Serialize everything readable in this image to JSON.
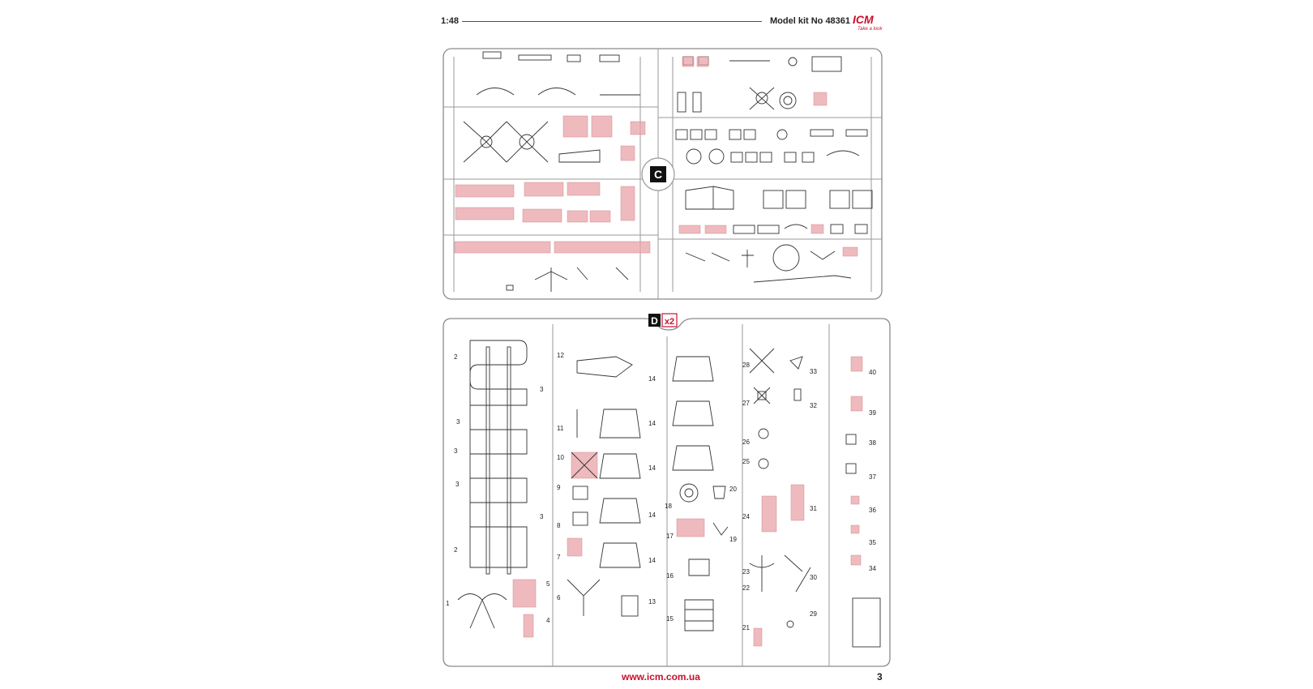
{
  "header": {
    "scale": "1:48",
    "kit_label": "Model kit No 48361"
  },
  "logo": {
    "brand": "ICM",
    "tagline": "Take a look"
  },
  "sprues": {
    "c": {
      "letter": "C"
    },
    "d": {
      "letter": "D",
      "multiplier": "x2"
    }
  },
  "footer": {
    "url": "www.icm.com.ua",
    "page": "3"
  },
  "colors": {
    "accent": "#c8102e",
    "highlight": "#e8a3a8"
  }
}
